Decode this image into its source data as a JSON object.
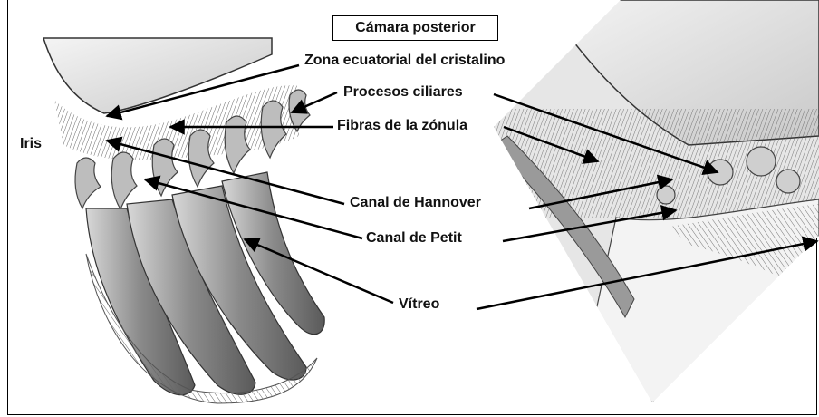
{
  "title": "Cámara posterior",
  "labels": {
    "iris": "Iris",
    "zona": "Zona ecuatorial del cristalino",
    "procesos": "Procesos ciliares",
    "fibras": "Fibras de la zónula",
    "hannover": "Canal de Hannover",
    "petit": "Canal de Petit",
    "vitreo": "Vítreo"
  }
}
